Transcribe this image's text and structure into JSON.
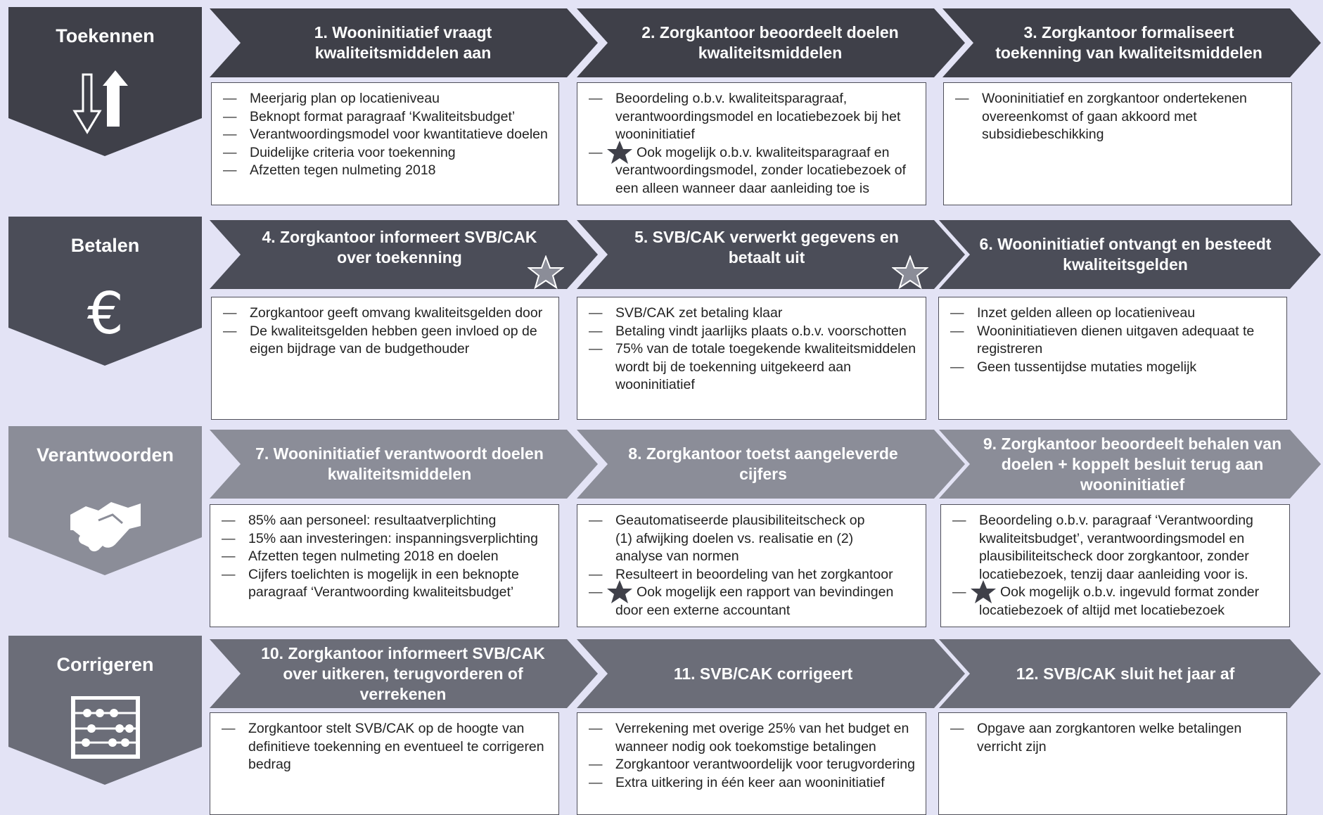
{
  "colors": {
    "dark": "#4b4d58",
    "darker": "#3f4049",
    "medium": "#6b6d78",
    "light": "#8b8d98",
    "background": "#e3e3f5"
  },
  "phases": [
    {
      "label": "Toekennen",
      "icon": "arrows-up-down-icon"
    },
    {
      "label": "Betalen",
      "icon": "euro-icon"
    },
    {
      "label": "Verantwoorden",
      "icon": "handshake-icon"
    },
    {
      "label": "Corrigeren",
      "icon": "abacus-icon"
    }
  ],
  "steps": [
    {
      "title": "1. Wooninitiatief vraagt kwaliteitsmiddelen aan",
      "star": false,
      "items": [
        {
          "text": "Meerjarig plan op locatieniveau"
        },
        {
          "text": "Beknopt format paragraaf ‘Kwaliteitsbudget’"
        },
        {
          "text": "Verantwoordingsmodel voor kwantitatieve doelen"
        },
        {
          "text": "Duidelijke criteria voor toekenning"
        },
        {
          "text": "Afzetten tegen nulmeting 2018"
        }
      ]
    },
    {
      "title": "2. Zorgkantoor beoordeelt doelen kwaliteitsmiddelen",
      "star": false,
      "items": [
        {
          "text": "Beoordeling o.b.v. kwaliteitsparagraaf, verantwoordingsmodel en locatiebezoek bij het wooninitiatief"
        },
        {
          "text": "Ook mogelijk o.b.v. kwaliteitsparagraaf en verantwoordingsmodel, zonder locatiebezoek of een alleen wanneer daar aanleiding toe is",
          "star": true
        }
      ]
    },
    {
      "title": "3. Zorgkantoor formaliseert toekenning van kwaliteitsmiddelen",
      "star": false,
      "items": [
        {
          "text": "Wooninitiatief en zorgkantoor ondertekenen overeenkomst of gaan akkoord met subsidiebeschikking"
        }
      ]
    },
    {
      "title": "4. Zorgkantoor informeert SVB/CAK over toekenning",
      "star": true,
      "items": [
        {
          "text": "Zorgkantoor geeft omvang kwaliteitsgelden door"
        },
        {
          "text": "De kwaliteitsgelden hebben geen invloed op de eigen bijdrage van de budgethouder"
        }
      ]
    },
    {
      "title": "5. SVB/CAK verwerkt gegevens en betaalt uit",
      "star": true,
      "items": [
        {
          "text": "SVB/CAK zet betaling klaar"
        },
        {
          "text": "Betaling vindt jaarlijks plaats o.b.v. voorschotten"
        },
        {
          "text": "75% van de totale toegekende kwaliteitsmiddelen wordt bij de toekenning uitgekeerd aan wooninitiatief"
        }
      ]
    },
    {
      "title": "6. Wooninitiatief ontvangt en besteedt kwaliteitsgelden",
      "star": false,
      "items": [
        {
          "text": "Inzet gelden alleen op locatieniveau"
        },
        {
          "text": "Wooninitiatieven dienen uitgaven adequaat te registreren"
        },
        {
          "text": "Geen tussentijdse mutaties mogelijk"
        }
      ]
    },
    {
      "title": "7. Wooninitiatief verantwoordt doelen kwaliteitsmiddelen",
      "star": false,
      "items": [
        {
          "text": "85% aan personeel: resultaatverplichting"
        },
        {
          "text": "15% aan investeringen: inspanningsverplichting"
        },
        {
          "text": "Afzetten tegen nulmeting 2018 en doelen"
        },
        {
          "text": "Cijfers toelichten is mogelijk in een beknopte paragraaf ‘Verantwoording kwaliteitsbudget’"
        }
      ]
    },
    {
      "title": "8. Zorgkantoor toetst aangeleverde cijfers",
      "star": false,
      "items": [
        {
          "text": "Geautomatiseerde plausibiliteitscheck op (1) afwijking doelen vs. realisatie en (2) analyse van normen"
        },
        {
          "text": "Resulteert in beoordeling van het zorgkantoor"
        },
        {
          "text": "Ook mogelijk een rapport van bevindingen door een externe accountant",
          "star": true
        }
      ]
    },
    {
      "title": "9. Zorgkantoor beoordeelt behalen van doelen + koppelt besluit terug aan wooninitiatief",
      "star": false,
      "items": [
        {
          "text": "Beoordeling o.b.v. paragraaf ‘Verantwoording kwaliteitsbudget’, verantwoordingsmodel en plausibiliteitscheck door zorgkantoor, zonder locatiebezoek, tenzij daar aanleiding voor is."
        },
        {
          "text": "Ook mogelijk o.b.v. ingevuld format zonder locatiebezoek of altijd met locatiebezoek",
          "star": true
        }
      ]
    },
    {
      "title": "10. Zorgkantoor informeert SVB/CAK over uitkeren, terugvorderen of verrekenen",
      "star": false,
      "items": [
        {
          "text": "Zorgkantoor stelt SVB/CAK op de hoogte van definitieve toekenning en eventueel te corrigeren bedrag"
        }
      ]
    },
    {
      "title": "11. SVB/CAK corrigeert",
      "star": false,
      "items": [
        {
          "text": "Verrekening met overige 25% van het budget en wanneer nodig ook toekomstige betalingen"
        },
        {
          "text": "Zorgkantoor verantwoordelijk voor terugvordering"
        },
        {
          "text": "Extra uitkering in één keer aan wooninitiatief"
        }
      ]
    },
    {
      "title": "12. SVB/CAK sluit het jaar af",
      "star": false,
      "items": [
        {
          "text": "Opgave aan zorgkantoren welke betalingen verricht zijn"
        }
      ]
    }
  ]
}
